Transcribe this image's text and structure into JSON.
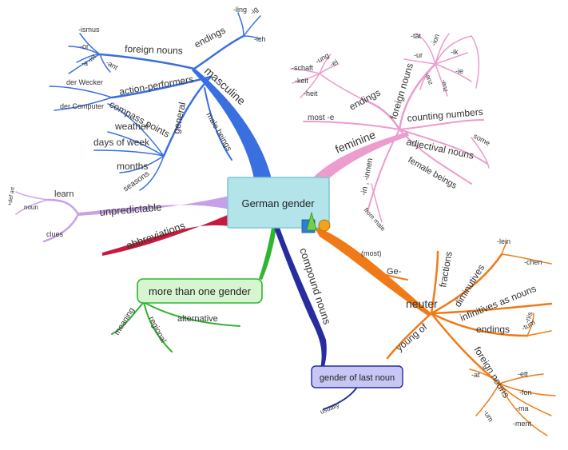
{
  "center": {
    "label": "German gender"
  },
  "masculine": {
    "label": "masculine",
    "endings": {
      "label": "endings",
      "items": [
        "-ling",
        "-ig",
        "-ich"
      ]
    },
    "foreign_nouns": {
      "label": "foreign nouns",
      "items": [
        "-ismus",
        "-or",
        "-ist",
        "-a",
        "-ant"
      ]
    },
    "action_performers": {
      "label": "action-performers",
      "items": [
        "der Wecker",
        "der Computer"
      ]
    },
    "general": {
      "label": "general",
      "items": [
        "compass points",
        "weather",
        "days of week",
        "months",
        "seasons"
      ]
    },
    "male_beings": "male beings"
  },
  "feminine": {
    "label": "feminine",
    "endings": {
      "label": "endings",
      "items": [
        "-ung",
        "-ei",
        "-schaft",
        "-keit",
        "-heit"
      ]
    },
    "foreign_nouns": {
      "label": "foreign nouns",
      "items": [
        "-tät",
        "-ion",
        "-ur",
        "-ik",
        "-ie",
        "-enz",
        "-anz"
      ]
    },
    "most_e": "most -e",
    "counting_numbers": "counting numbers",
    "adjectival_nouns": {
      "label": "adjectival nouns",
      "items": [
        "some"
      ]
    },
    "female_beings": "female beings",
    "in_innen": {
      "label": "-in , -innen",
      "items": [
        "from male"
      ]
    }
  },
  "neuter": {
    "label": "neuter",
    "ge": {
      "label": "Ge-",
      "items": [
        "(most)"
      ]
    },
    "fractions": "fractions",
    "diminutives": {
      "label": "diminutives",
      "items": [
        "-lein",
        "-chen"
      ]
    },
    "infinitives": "infinitives as nouns",
    "endings": {
      "label": "endings",
      "items": [
        "-nis",
        "-tum"
      ]
    },
    "young_of": "young of",
    "foreign_nouns": {
      "label": "foreign nouns",
      "items": [
        "-at",
        "-ett",
        "-fon",
        "-um",
        "-ma",
        "-ment"
      ]
    }
  },
  "unpredictable": {
    "label": "unpredictable",
    "learn": "learn",
    "items": [
      "+def art",
      "noun",
      "clues"
    ]
  },
  "abbreviations": "abbreviations",
  "more_than_one": {
    "label": "more than one gender",
    "items": [
      "meaning",
      "regional",
      "alternative"
    ]
  },
  "compound": {
    "label": "compound nouns",
    "box": "gender of last noun",
    "items": [
      "usually"
    ]
  },
  "colors": {
    "masculine": "#3a6fe0",
    "feminine": "#ec9ccd",
    "neuter": "#f07a18",
    "unpredictable": "#c8a0ea",
    "abbreviations": "#c8193e",
    "more_than_one": "#2fb52f",
    "compound": "#272c9e",
    "center_fill": "#b3e4ea",
    "center_stroke": "#7cc8d2"
  }
}
